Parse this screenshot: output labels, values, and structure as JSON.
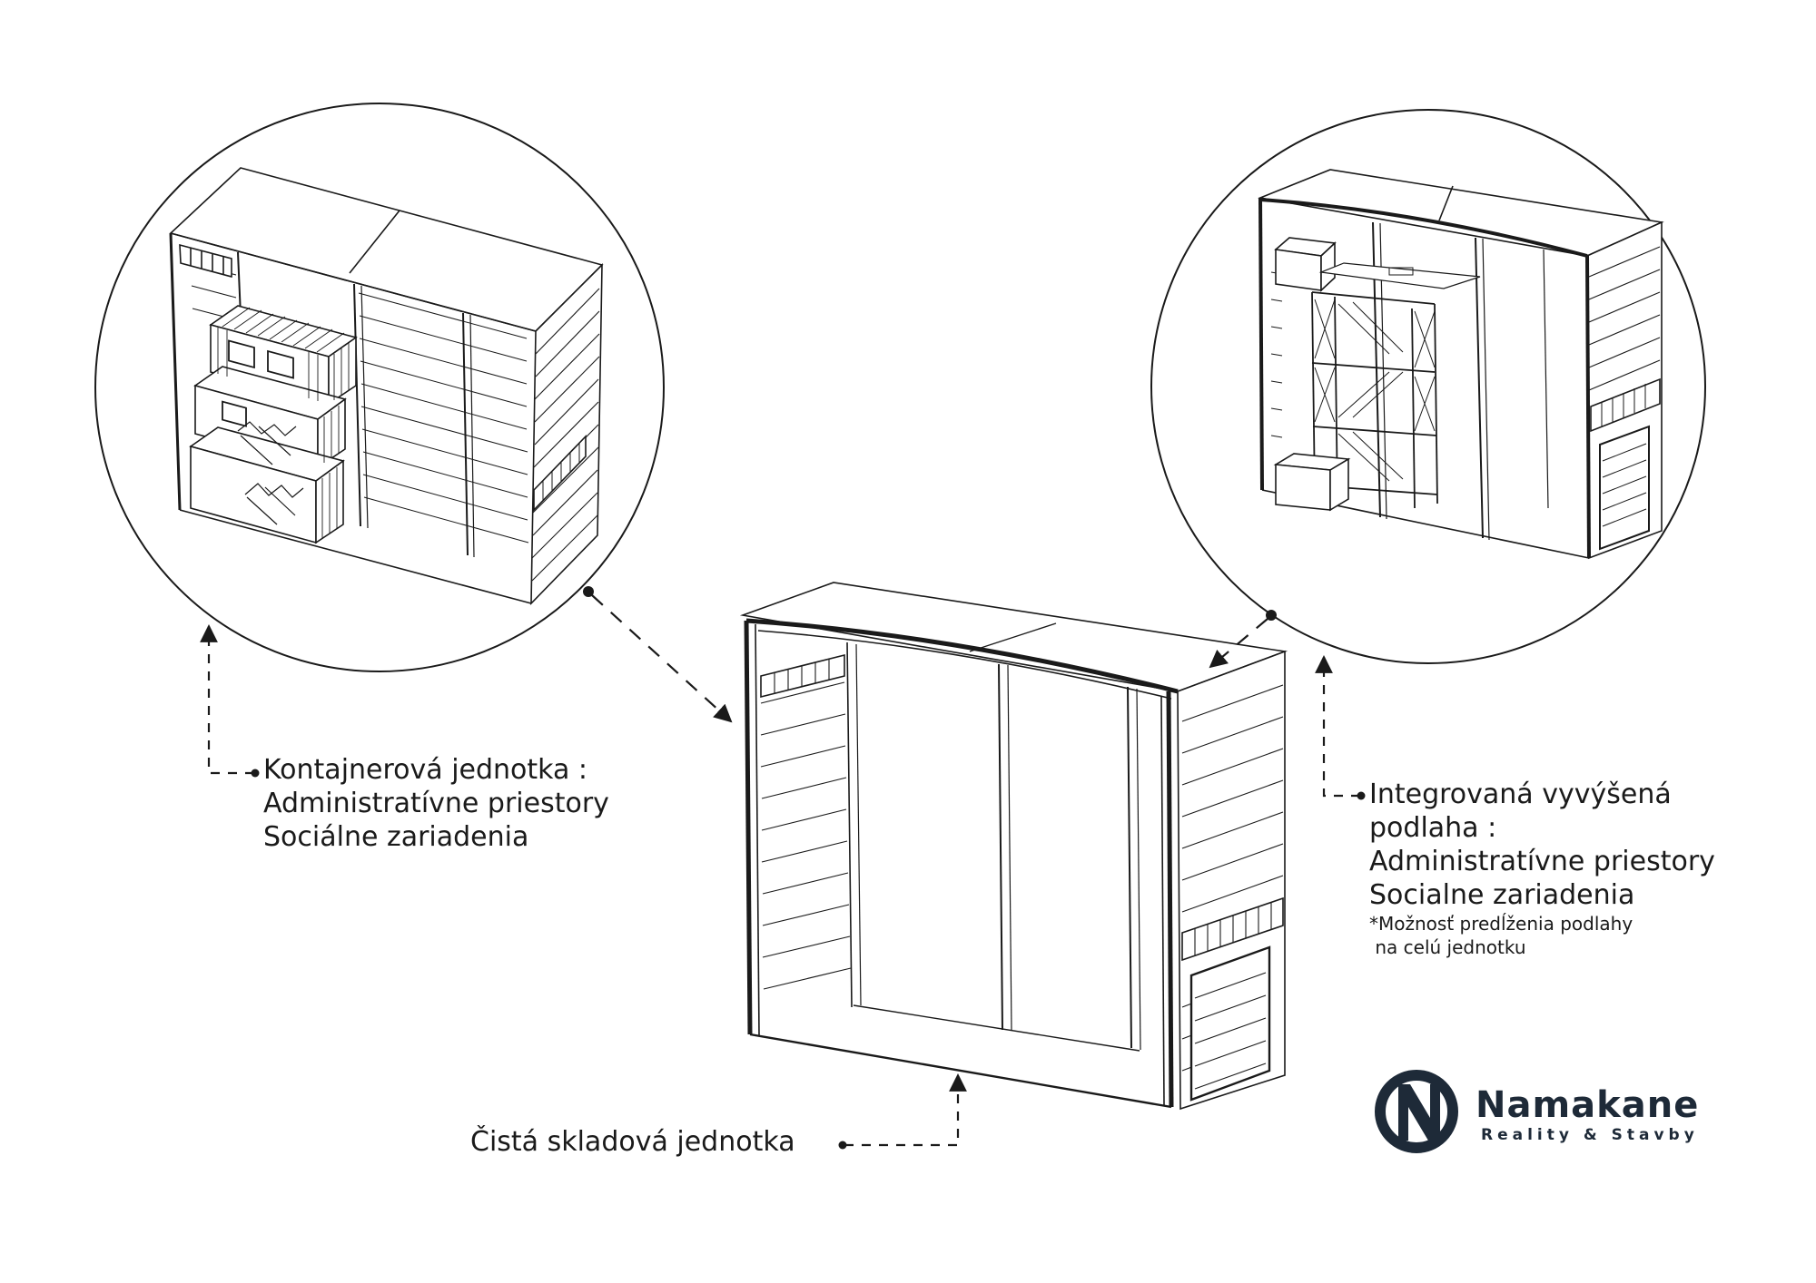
{
  "labels": {
    "left": {
      "lines": [
        "Kontajnerová jednotka :",
        "Administratívne priestory",
        "Sociálne zariadenia"
      ]
    },
    "right": {
      "lines": [
        "Integrovaná vyvýšená",
        "podlaha :",
        "Administratívne priestory",
        "Socialne zariadenia"
      ],
      "note_lines": [
        "*Možnosť predĺženia podlahy",
        " na celú jednotku"
      ]
    },
    "bottom": {
      "text": "Čistá skladová jednotka"
    }
  },
  "logo": {
    "letter": "N",
    "name": "Namakane",
    "subtitle": "Reality & Stavby",
    "color": "#1e2a38"
  },
  "colors": {
    "line": "#1a1a1a",
    "logo": "#1e2a38"
  }
}
